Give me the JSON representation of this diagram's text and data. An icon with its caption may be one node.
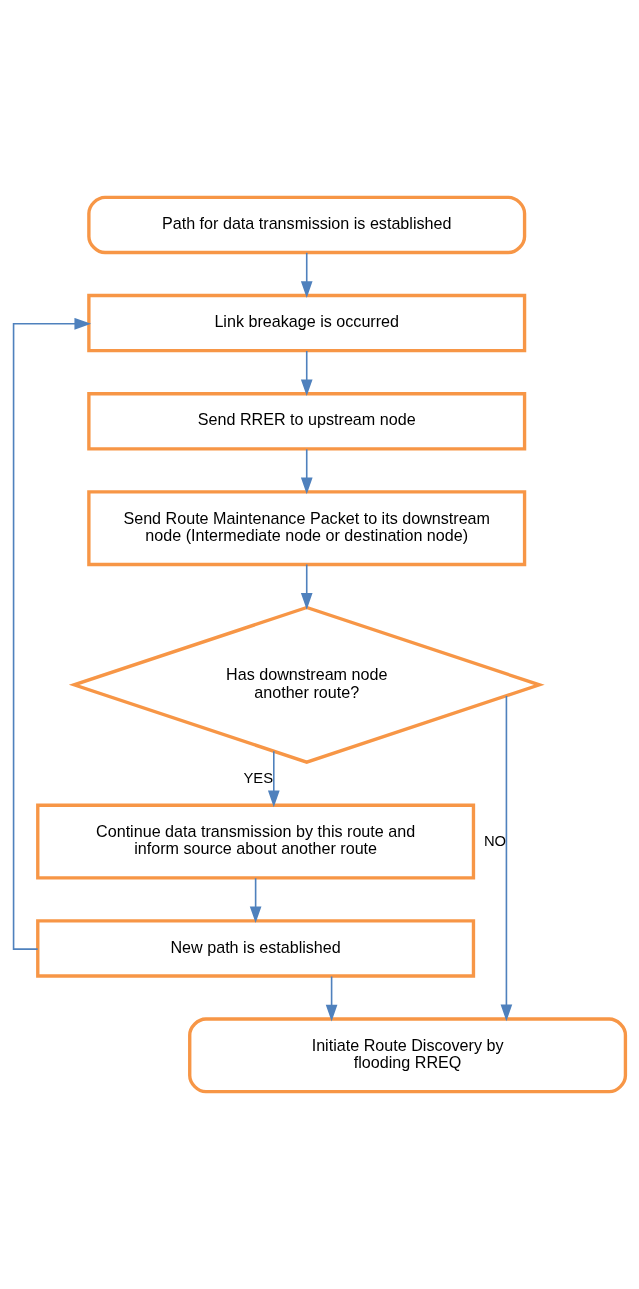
{
  "diagram": {
    "nodes": [
      {
        "text": [
          "Path for data transmission is established"
        ]
      },
      {
        "text": [
          "Link breakage is occurred"
        ]
      },
      {
        "text": [
          "Send RRER to upstream node"
        ]
      },
      {
        "text": [
          "Send Route Maintenance Packet to its downstream node (Intermediate node or destination node)"
        ]
      },
      {
        "text": [
          "Has downstream node another route?"
        ]
      },
      {
        "text": [
          "Continue data transmission by this route and inform source about another route"
        ]
      },
      {
        "text": [
          "New path is established"
        ]
      },
      {
        "text": [
          "Initiate Route Discovery by flooding RREQ"
        ]
      }
    ],
    "edges": [
      {
        "from": 0,
        "to": 1,
        "arrow": "to"
      },
      {
        "from": 1,
        "to": 2,
        "arrow": "to"
      },
      {
        "from": 2,
        "to": 3,
        "arrow": "to"
      },
      {
        "from": 3,
        "to": 4,
        "arrow": "to"
      },
      {
        "from": 4,
        "to": 5,
        "arrow": "to",
        "label": "YES"
      },
      {
        "from": 5,
        "to": 6,
        "arrow": "to"
      },
      {
        "from": 6,
        "to": 7,
        "arrow": "to"
      },
      {
        "from": 6,
        "to": 1,
        "arrow": "to"
      },
      {
        "from": 4,
        "to": 7,
        "arrow": "to",
        "label": "NO"
      }
    ]
  }
}
